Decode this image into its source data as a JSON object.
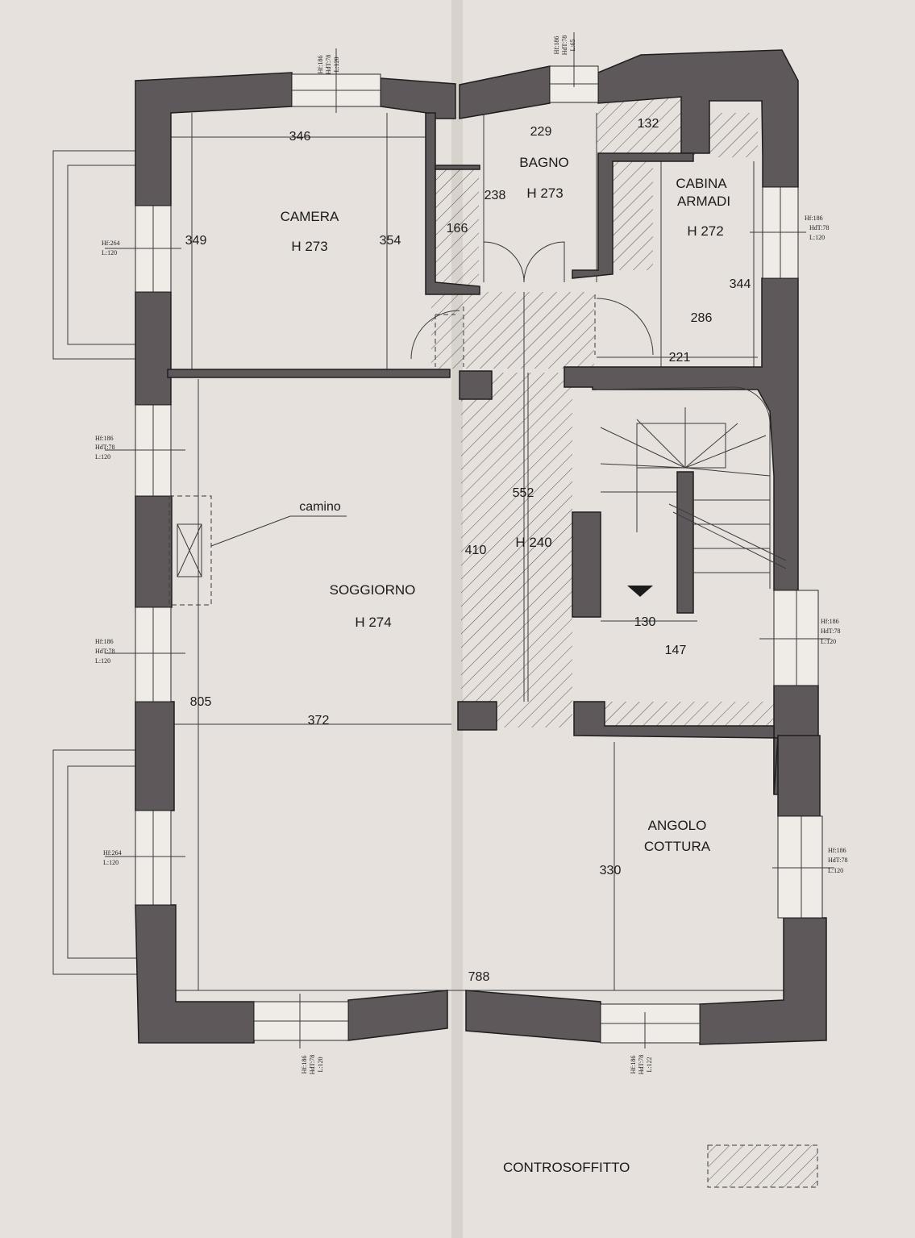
{
  "rooms": {
    "camera": {
      "name": "CAMERA",
      "height": "H 273"
    },
    "bagno": {
      "name": "BAGNO",
      "height": "H 273"
    },
    "cabina": {
      "name_line1": "CABINA",
      "name_line2": "ARMADI",
      "height": "H 272"
    },
    "corridoio": {
      "height": "H 240"
    },
    "soggiorno": {
      "name": "SOGGIORNO",
      "height": "H 274"
    },
    "angolo": {
      "name_line1": "ANGOLO",
      "name_line2": "COTTURA"
    }
  },
  "fireplace_label": "camino",
  "dimensions": {
    "d346": "346",
    "d349": "349",
    "d354": "354",
    "d229": "229",
    "d132": "132",
    "d238": "238",
    "d166": "166",
    "d344": "344",
    "d286": "286",
    "d221": "221",
    "d552": "552",
    "d410": "410",
    "d130": "130",
    "d147": "147",
    "d805": "805",
    "d372": "372",
    "d330": "330",
    "d788": "788"
  },
  "windows": {
    "top_left": [
      "Hf:186",
      "HdT:78",
      "L:120"
    ],
    "top_right": [
      "Hf:186",
      "HdT:78",
      "L:65"
    ],
    "right_cabina": [
      "Hf:186",
      "HdT:78",
      "L:120"
    ],
    "right_stair": [
      "Hf:186",
      "HdT:78",
      "L:120"
    ],
    "right_kitchen": [
      "Hf:186",
      "HdT:78",
      "L:120"
    ],
    "left_camera": [
      "Hf:264",
      "L:120"
    ],
    "left_upper": [
      "Hf:186",
      "HdT:78",
      "L:120"
    ],
    "left_middle": [
      "Hf:186",
      "HdT:78",
      "L:120"
    ],
    "left_lower": [
      "Hf:264",
      "L:120"
    ],
    "bottom_left": [
      "Hf:186",
      "HdT:78",
      "L:120"
    ],
    "bottom_right": [
      "Hf:186",
      "HdT:78",
      "L:122"
    ]
  },
  "legend": {
    "label": "CONTROSOFFITTO"
  },
  "colors": {
    "paper": "#e6e1dc",
    "wall": "#5f585b",
    "line": "#3b3b3b"
  }
}
